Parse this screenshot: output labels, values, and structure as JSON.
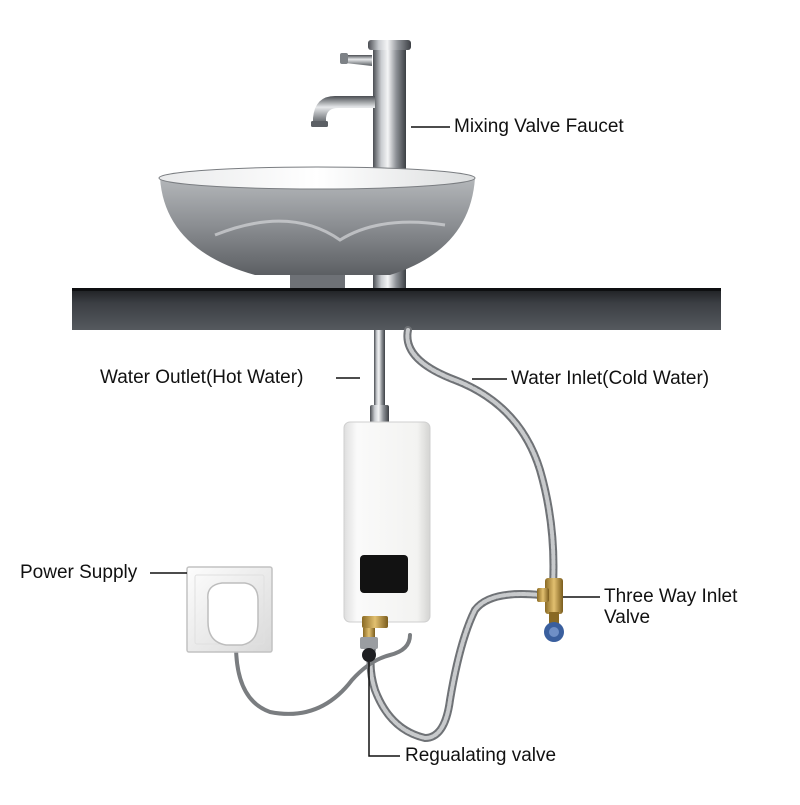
{
  "labels": {
    "faucet": "Mixing Valve Faucet",
    "outlet": "Water Outlet(Hot Water)",
    "inlet": "Water Inlet(Cold Water)",
    "power": "Power Supply",
    "three_way_line1": "Three Way Inlet",
    "three_way_line2": "Valve",
    "regulating": "Regualating valve"
  },
  "colors": {
    "countertop": "#2f3236",
    "basin_outer": "#8c8f92",
    "heater_body": "#f6f6f4",
    "display": "#121212",
    "brass": "#c9a24a",
    "valve_blue": "#3a5f9e",
    "hose": "#9c9c9c"
  }
}
